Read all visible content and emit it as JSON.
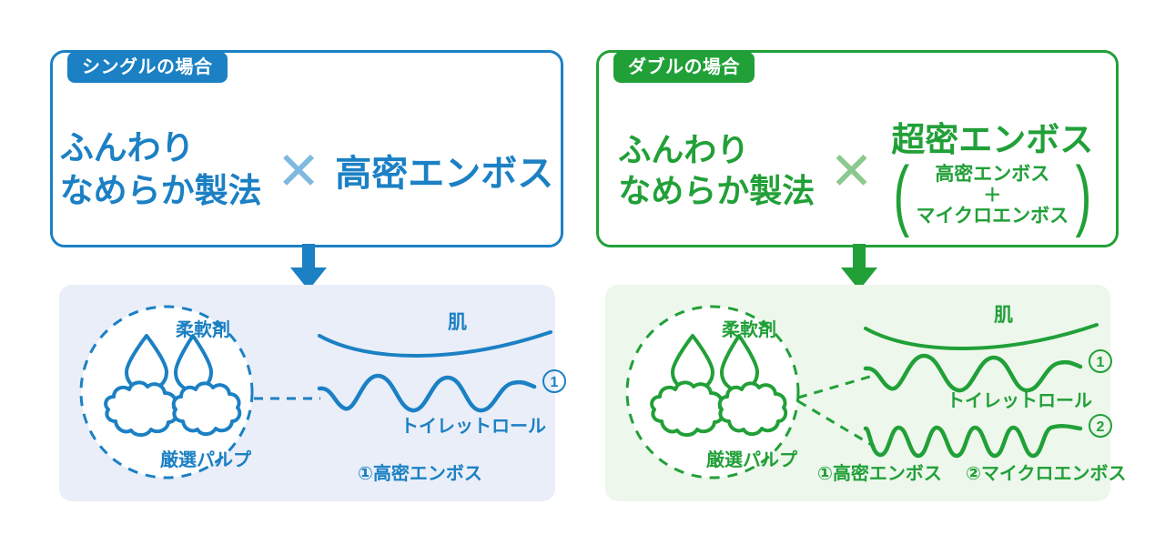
{
  "panels": [
    {
      "id": "single",
      "tab_label": "シングルの場合",
      "accent": "#1b80c4",
      "tint_bg": "#e9eef8",
      "times_symbol": "✕",
      "method_line1": "ふんわり",
      "method_line2": "なめらか製法",
      "emboss_label": "高密エンボス",
      "diagram": {
        "softener_label": "柔軟剤",
        "pulp_label": "厳選パルプ",
        "skin_label": "肌",
        "roll_label": "トイレットロール",
        "marker_1": "①",
        "legend": [
          {
            "marker": "①",
            "text": "高密エンボス"
          }
        ]
      }
    },
    {
      "id": "double",
      "tab_label": "ダブルの場合",
      "accent": "#21a038",
      "tint_bg": "#edf7ec",
      "times_symbol": "✕",
      "method_line1": "ふんわり",
      "method_line2": "なめらか製法",
      "emboss_title": "超密エンボス",
      "emboss_sub_top": "高密エンボス",
      "emboss_sub_plus": "＋",
      "emboss_sub_bottom": "マイクロエンボス",
      "paren_open": "(",
      "paren_close": ")",
      "diagram": {
        "softener_label": "柔軟剤",
        "pulp_label": "厳選パルプ",
        "skin_label": "肌",
        "roll_label": "トイレットロール",
        "marker_1": "①",
        "marker_2": "②",
        "legend": [
          {
            "marker": "①",
            "text": "高密エンボス"
          },
          {
            "marker": "②",
            "text": "マイクロエンボス"
          }
        ]
      }
    }
  ]
}
